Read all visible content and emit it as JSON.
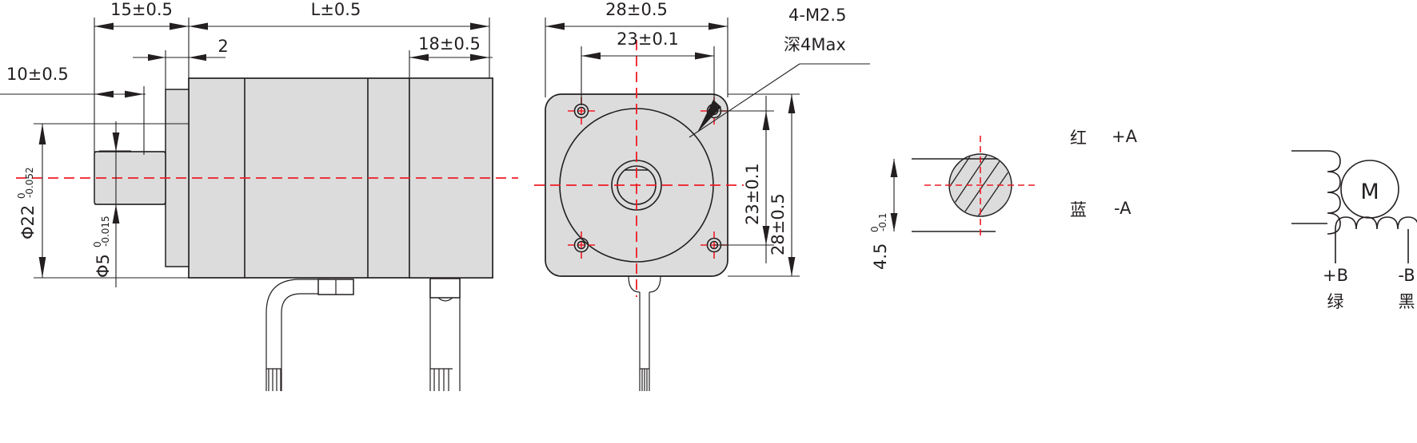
{
  "drawing": {
    "title": "Stepper motor dimensional drawing",
    "colors": {
      "center_line": "#ee1c25",
      "outline": "#231f20",
      "body_fill": "#dcdcdc"
    }
  },
  "side_view": {
    "dim_15": "15±0.5",
    "dim_L": "L±0.5",
    "dim_2": "2",
    "dim_18": "18±0.5",
    "dim_10": "10±0.5",
    "dim_phi22": "Φ22",
    "dim_phi22_upper": "0",
    "dim_phi22_lower": "-0.052",
    "dim_phi5": "Φ5",
    "dim_phi5_upper": "0",
    "dim_phi5_lower": "-0.015"
  },
  "front_view": {
    "dim_28_h": "28±0.5",
    "dim_23_h": "23±0.1",
    "dim_23_v": "23±0.1",
    "dim_28_v": "28±0.5",
    "note_line1": "4-M2.5",
    "note_line2": "深4Max"
  },
  "shaft_section": {
    "dim_4_5": "4.5",
    "dim_4_5_upper": "0",
    "dim_4_5_lower": "-0.1"
  },
  "wiring": {
    "motor_symbol": "M",
    "leads": [
      {
        "color_cn": "红",
        "terminal": "+A"
      },
      {
        "color_cn": "蓝",
        "terminal": "-A"
      },
      {
        "color_cn": "绿",
        "terminal": "+B"
      },
      {
        "color_cn": "黑",
        "terminal": "-B"
      }
    ]
  }
}
